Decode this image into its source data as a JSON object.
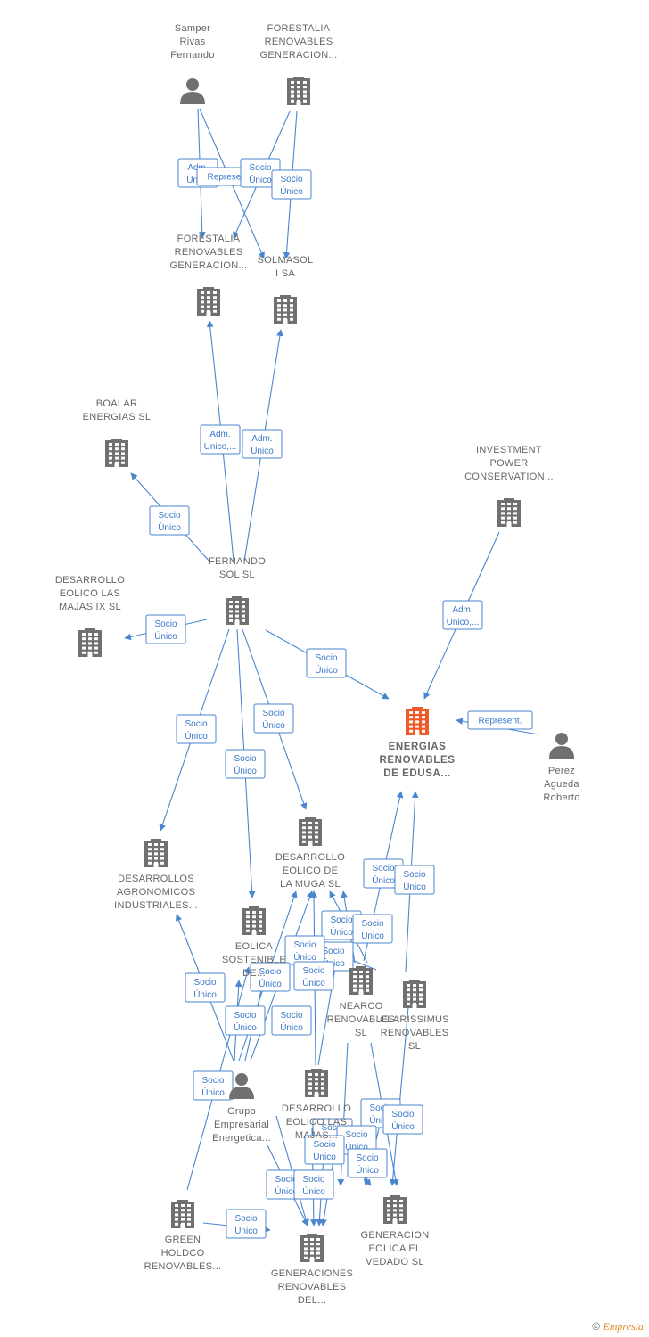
{
  "nodes": [
    {
      "id": "samper",
      "kind": "person",
      "lines": [
        "Samper",
        "Rivas",
        "Fernando"
      ]
    },
    {
      "id": "forestalia1",
      "kind": "company",
      "lines": [
        "FORESTALIA",
        "RENOVABLES",
        "GENERACION..."
      ]
    },
    {
      "id": "forestalia2",
      "kind": "company",
      "lines": [
        "FORESTALIA",
        "RENOVABLES",
        "GENERACION..."
      ]
    },
    {
      "id": "solmasol",
      "kind": "company",
      "lines": [
        "SOLMASOL",
        "I SA"
      ]
    },
    {
      "id": "boalar",
      "kind": "company",
      "lines": [
        "BOALAR",
        "ENERGIAS  SL"
      ]
    },
    {
      "id": "investment",
      "kind": "company",
      "lines": [
        "INVESTMENT",
        "POWER",
        "CONSERVATION..."
      ]
    },
    {
      "id": "fernando",
      "kind": "company",
      "lines": [
        "FERNANDO",
        "SOL SL"
      ]
    },
    {
      "id": "majasix",
      "kind": "company",
      "lines": [
        "DESARROLLO",
        "EOLICO LAS",
        "MAJAS IX  SL"
      ]
    },
    {
      "id": "edusa",
      "kind": "focus",
      "lines": [
        "ENERGIAS",
        "RENOVABLES",
        "DE EDUSA..."
      ]
    },
    {
      "id": "perez",
      "kind": "person",
      "lines": [
        "Perez",
        "Agueda",
        "Roberto"
      ]
    },
    {
      "id": "agronomicos",
      "kind": "company",
      "lines": [
        "DESARROLLOS",
        "AGRONOMICOS",
        "INDUSTRIALES..."
      ]
    },
    {
      "id": "muga",
      "kind": "company",
      "lines": [
        "DESARROLLO",
        "EOLICO DE",
        "LA MUGA SL"
      ]
    },
    {
      "id": "eolica",
      "kind": "company",
      "lines": [
        "EOLICA",
        "SOSTENIBLE",
        "DE..."
      ]
    },
    {
      "id": "nearco",
      "kind": "company",
      "lines": [
        "NEARCO",
        "RENOVABLES",
        "SL"
      ]
    },
    {
      "id": "clarissimus",
      "kind": "company",
      "lines": [
        "CLARISSIMUS",
        "RENOVABLES",
        "SL"
      ]
    },
    {
      "id": "grupo",
      "kind": "person",
      "lines": [
        "Grupo",
        "Empresarial",
        "Energetica..."
      ]
    },
    {
      "id": "desmajas",
      "kind": "company",
      "lines": [
        "DESARROLLO",
        "EOLICO LAS",
        "MAJAS..."
      ]
    },
    {
      "id": "green",
      "kind": "company",
      "lines": [
        "GREEN",
        "HOLDCO",
        "RENOVABLES..."
      ]
    },
    {
      "id": "vedado",
      "kind": "company",
      "lines": [
        "GENERACION",
        "EOLICA EL",
        "VEDADO SL"
      ]
    },
    {
      "id": "generaciones",
      "kind": "company",
      "lines": [
        "GENERACIONES",
        "RENOVABLES",
        "DEL..."
      ]
    }
  ],
  "edge_tags": [
    {
      "id": "t1",
      "lines": [
        "Adm.",
        "Unico"
      ]
    },
    {
      "id": "t2",
      "lines": [
        "Represent."
      ]
    },
    {
      "id": "t3",
      "lines": [
        "Socio",
        "Único"
      ]
    },
    {
      "id": "t4",
      "lines": [
        "Socio",
        "Único"
      ]
    },
    {
      "id": "t5",
      "lines": [
        "Adm.",
        "Unico,..."
      ]
    },
    {
      "id": "t6",
      "lines": [
        "Adm.",
        "Unico"
      ]
    },
    {
      "id": "t7",
      "lines": [
        "Socio",
        "Único"
      ]
    },
    {
      "id": "t8",
      "lines": [
        "Socio",
        "Único"
      ]
    },
    {
      "id": "t9",
      "lines": [
        "Adm.",
        "Unico,..."
      ]
    },
    {
      "id": "t10",
      "lines": [
        "Socio",
        "Único"
      ]
    },
    {
      "id": "t11",
      "lines": [
        "Represent."
      ]
    },
    {
      "id": "t12",
      "lines": [
        "Socio",
        "Único"
      ]
    },
    {
      "id": "t13",
      "lines": [
        "Socio",
        "Único"
      ]
    },
    {
      "id": "t14",
      "lines": [
        "Socio",
        "Único"
      ]
    },
    {
      "id": "t15",
      "lines": [
        "Socio",
        "Único"
      ]
    },
    {
      "id": "t16",
      "lines": [
        "Socio",
        "Único"
      ]
    },
    {
      "id": "t17",
      "lines": [
        "Socio",
        "Único"
      ]
    },
    {
      "id": "t18",
      "lines": [
        "Socio",
        "Único"
      ]
    },
    {
      "id": "t19",
      "lines": [
        "Socio",
        "Único"
      ]
    },
    {
      "id": "t20",
      "lines": [
        "Socio",
        "Único"
      ]
    },
    {
      "id": "t21",
      "lines": [
        "Socio",
        "Único"
      ]
    },
    {
      "id": "t22",
      "lines": [
        "Socio",
        "Único"
      ]
    },
    {
      "id": "t23",
      "lines": [
        "Socio",
        "Único"
      ]
    },
    {
      "id": "t24",
      "lines": [
        "Socio",
        "Único"
      ]
    },
    {
      "id": "t25",
      "lines": [
        "Socio",
        "Único"
      ]
    },
    {
      "id": "t26",
      "lines": [
        "Socio",
        "Único"
      ]
    },
    {
      "id": "t27",
      "lines": [
        "Socio",
        "Único"
      ]
    },
    {
      "id": "t28",
      "lines": [
        "Socio",
        "Único"
      ]
    },
    {
      "id": "t29",
      "lines": [
        "Socio",
        "Único"
      ]
    },
    {
      "id": "t30",
      "lines": [
        "Socio",
        "Único"
      ]
    },
    {
      "id": "t31",
      "lines": [
        "Socio",
        "Único"
      ]
    },
    {
      "id": "t32",
      "lines": [
        "Socio",
        "Único"
      ]
    },
    {
      "id": "t33",
      "lines": [
        "Socio",
        "Único"
      ]
    },
    {
      "id": "t34",
      "lines": [
        "Socio",
        "Único"
      ]
    },
    {
      "id": "t35",
      "lines": [
        "Socio",
        "Único"
      ]
    }
  ],
  "colors": {
    "edge": "#4a86cf",
    "company": "#707070",
    "focus": "#f05a28",
    "label": "#666666"
  },
  "footer": {
    "copyright": "©",
    "brand": "Empresia"
  }
}
